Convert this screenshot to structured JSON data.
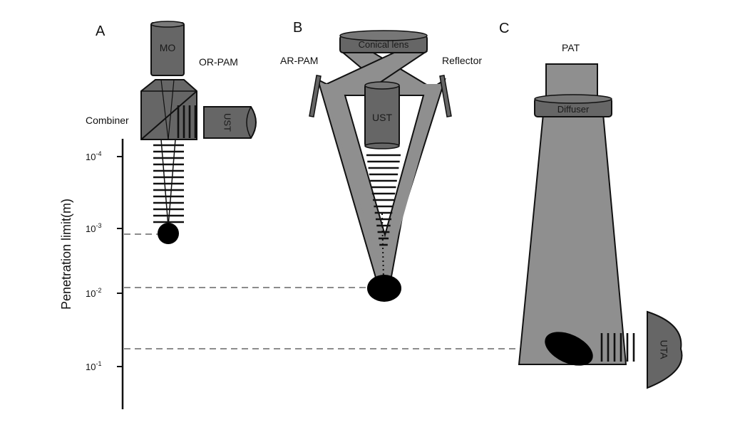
{
  "panels": {
    "a": {
      "letter": "A",
      "title": "OR-PAM",
      "objective": "MO",
      "combiner": "Combiner",
      "transducer": "UST"
    },
    "b": {
      "letter": "B",
      "title": "AR-PAM",
      "lens": "Conical lens",
      "reflector": "Reflector",
      "transducer": "UST"
    },
    "c": {
      "letter": "C",
      "title": "PAT",
      "diffuser": "Diffuser",
      "transducer": "UTA"
    }
  },
  "axis": {
    "label": "Penetration limit(m)",
    "ticks": [
      {
        "base": "10",
        "exp": "-4"
      },
      {
        "base": "10",
        "exp": "-3"
      },
      {
        "base": "10",
        "exp": "-2"
      },
      {
        "base": "10",
        "exp": "-1"
      }
    ]
  },
  "colors": {
    "light_gray": "#8f8f8f",
    "dark_gray": "#666666",
    "outline": "#111111"
  }
}
